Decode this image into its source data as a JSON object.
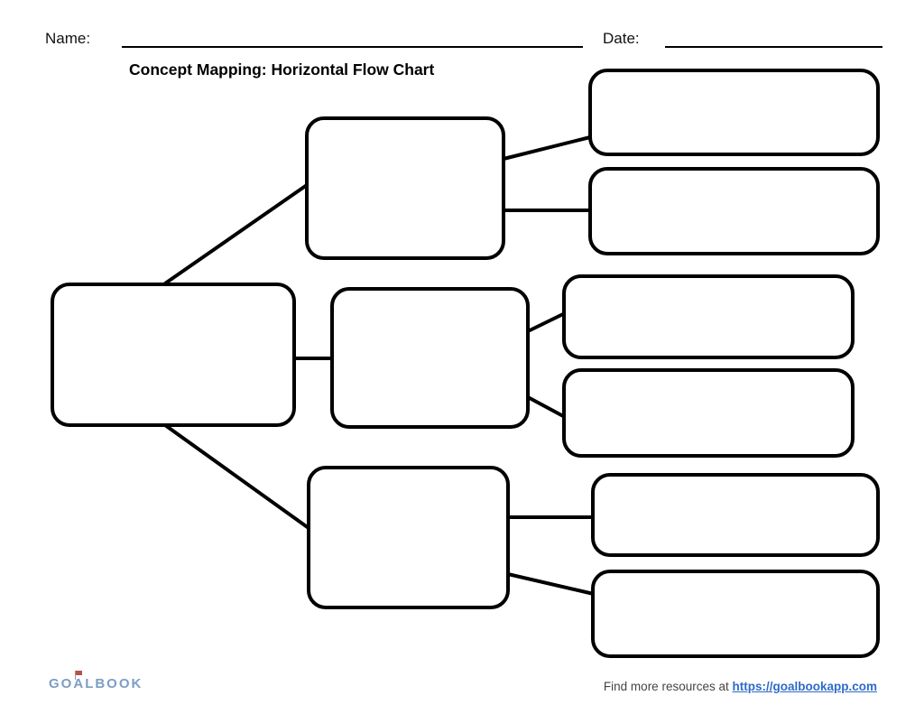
{
  "header": {
    "name_label": "Name:",
    "date_label": "Date:",
    "name_value": "",
    "date_value": ""
  },
  "title": "Concept Mapping: Horizontal Flow Chart",
  "diagram": {
    "description": "Blank horizontal flow chart: one main node, three branch nodes, six leaf nodes",
    "nodes": [
      {
        "id": "main",
        "value": ""
      },
      {
        "id": "branch-top",
        "value": ""
      },
      {
        "id": "branch-middle",
        "value": ""
      },
      {
        "id": "branch-bottom",
        "value": ""
      },
      {
        "id": "leaf-1",
        "value": ""
      },
      {
        "id": "leaf-2",
        "value": ""
      },
      {
        "id": "leaf-3",
        "value": ""
      },
      {
        "id": "leaf-4",
        "value": ""
      },
      {
        "id": "leaf-5",
        "value": ""
      },
      {
        "id": "leaf-6",
        "value": ""
      }
    ],
    "edges": [
      {
        "from": "main",
        "to": "branch-top"
      },
      {
        "from": "main",
        "to": "branch-middle"
      },
      {
        "from": "main",
        "to": "branch-bottom"
      },
      {
        "from": "branch-top",
        "to": "leaf-1"
      },
      {
        "from": "branch-top",
        "to": "leaf-2"
      },
      {
        "from": "branch-middle",
        "to": "leaf-3"
      },
      {
        "from": "branch-middle",
        "to": "leaf-4"
      },
      {
        "from": "branch-bottom",
        "to": "leaf-5"
      },
      {
        "from": "branch-bottom",
        "to": "leaf-6"
      }
    ],
    "stroke_color": "#000000",
    "fill_color": "#ffffff"
  },
  "footer": {
    "logo_pre": "GO",
    "logo_a": "A",
    "logo_post": "LBOOK",
    "logo_color": "#7c9dc6",
    "flag_icon": "flag-icon",
    "flag_color": "#b4524e",
    "resources_text": "Find more resources at",
    "link_text": "https://goalbookapp.com",
    "link_color": "#2e6bc8"
  }
}
